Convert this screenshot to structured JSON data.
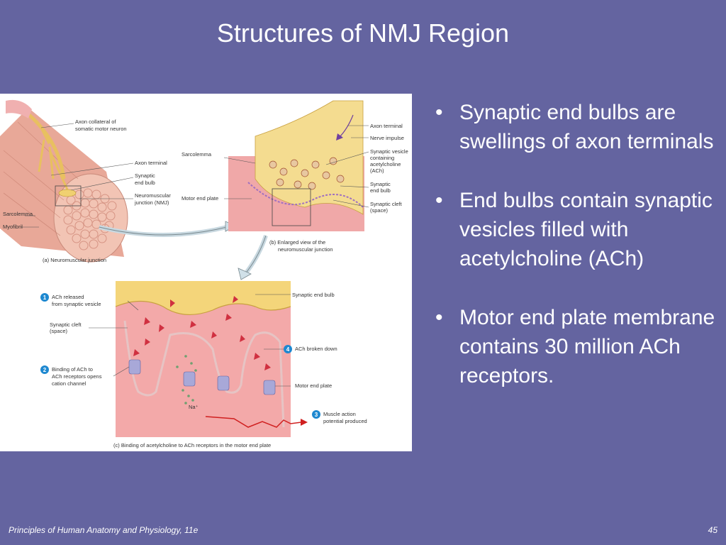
{
  "slide": {
    "title": "Structures of NMJ Region",
    "bullets": [
      "Synaptic end bulbs are swellings of axon terminals",
      "End bulbs contain synaptic vesicles filled with acetylcholine (ACh)",
      "Motor end plate membrane contains 30 million ACh receptors."
    ],
    "footer_left": "Principles of Human Anatomy and Physiology, 11e",
    "page_number": "45"
  },
  "figure": {
    "a": {
      "labels": {
        "axon_collateral": "Axon collateral of",
        "axon_collateral2": "somatic motor neuron",
        "axon_terminal": "Axon terminal",
        "synaptic_end_bulb": "Synaptic",
        "synaptic_end_bulb2": "end bulb",
        "nmj": "Neuromuscular",
        "nmj2": "junction (NMJ)",
        "sarcolemma": "Sarcolemma",
        "myofibril": "Myofibril"
      },
      "caption": "(a) Neuromuscular junction"
    },
    "b": {
      "labels": {
        "sarcolemma": "Sarcolemma",
        "motor_end_plate": "Motor end plate",
        "axon_terminal": "Axon terminal",
        "nerve_impulse": "Nerve impulse",
        "vesicle1": "Synaptic vesicle",
        "vesicle2": "containing",
        "vesicle3": "acetylcholine",
        "vesicle4": "(ACh)",
        "end_bulb1": "Synaptic",
        "end_bulb2": "end bulb",
        "cleft1": "Synaptic cleft",
        "cleft2": "(space)"
      },
      "caption1": "(b) Enlarged view of the",
      "caption2": "neuromuscular junction"
    },
    "c": {
      "steps": {
        "s1_num": "1",
        "s1_a": "ACh released",
        "s1_b": "from synaptic vesicle",
        "s2_num": "2",
        "s2_a": "Binding of ACh to",
        "s2_b": "ACh receptors opens",
        "s2_c": "cation channel",
        "s3_num": "3",
        "s3_a": "Muscle action",
        "s3_b": "potential produced",
        "s4_num": "4",
        "s4_a": "ACh broken down"
      },
      "labels": {
        "cleft1": "Synaptic cleft",
        "cleft2": "(space)",
        "end_bulb": "Synaptic end bulb",
        "motor_end_plate": "Motor end plate",
        "na": "Na⁺"
      },
      "caption": "(c) Binding of acetylcholine to ACh receptors in the motor end plate"
    }
  }
}
